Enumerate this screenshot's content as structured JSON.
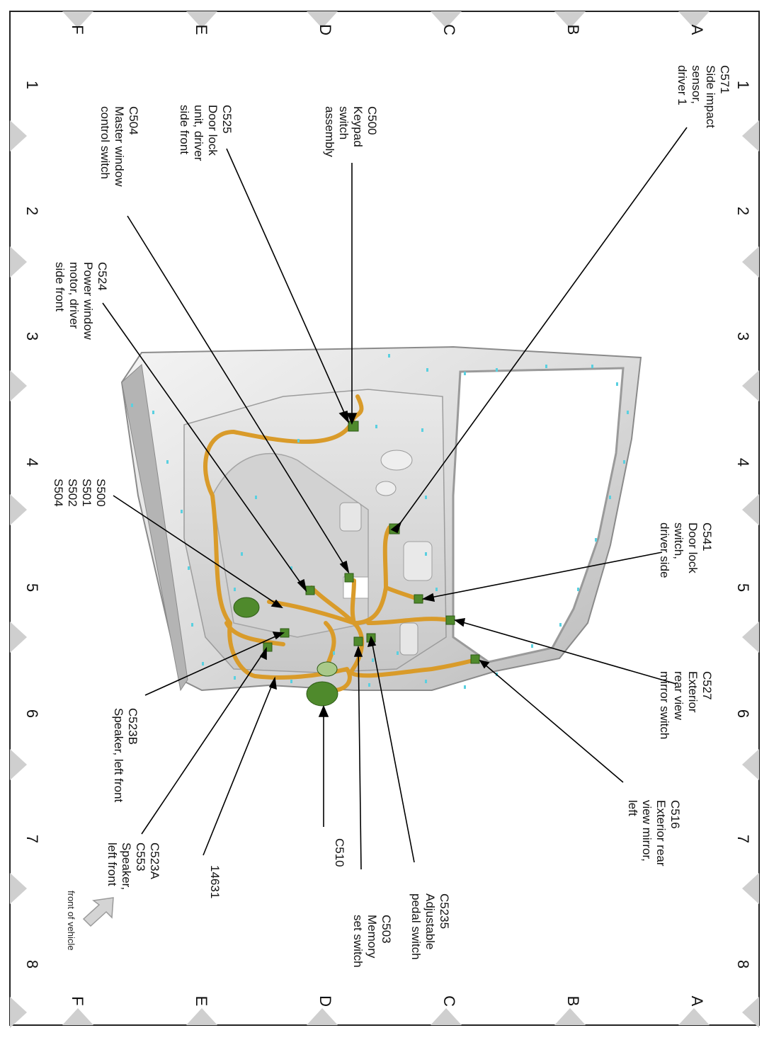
{
  "grid": {
    "rows": [
      "A",
      "B",
      "C",
      "D",
      "E",
      "F"
    ],
    "columns": [
      "1",
      "2",
      "3",
      "4",
      "5",
      "6",
      "7",
      "8"
    ]
  },
  "front_note": "front of vehicle",
  "callouts": [
    {
      "id": "c571",
      "lines": [
        "C571",
        "Side impact",
        "sensor,",
        "driver 1"
      ]
    },
    {
      "id": "c500",
      "lines": [
        "C500",
        "Keypad",
        "switch",
        "assembly"
      ]
    },
    {
      "id": "c525",
      "lines": [
        "C525",
        "Door lock",
        "unit, driver",
        "side front"
      ]
    },
    {
      "id": "c504",
      "lines": [
        "C504",
        "Master window",
        "control switch"
      ]
    },
    {
      "id": "c524",
      "lines": [
        "C524",
        "Power window",
        "motor, driver",
        "side front"
      ]
    },
    {
      "id": "s500",
      "lines": [
        "S500",
        "S501",
        "S502",
        "S504"
      ]
    },
    {
      "id": "c541",
      "lines": [
        "C541",
        "Door lock",
        "switch,",
        "driver side"
      ]
    },
    {
      "id": "c527",
      "lines": [
        "C527",
        "Exterior",
        "rear view",
        "mirror switch"
      ]
    },
    {
      "id": "c516",
      "lines": [
        "C516",
        "Exterior rear",
        "view mirror,",
        "left"
      ]
    },
    {
      "id": "c5235",
      "lines": [
        "C5235",
        "Adjustable",
        "pedal switch"
      ]
    },
    {
      "id": "c503",
      "lines": [
        "C503",
        "Memory",
        "set switch"
      ]
    },
    {
      "id": "c510",
      "lines": [
        "C510"
      ]
    },
    {
      "id": "n14631",
      "lines": [
        "14631"
      ]
    },
    {
      "id": "c523a",
      "lines": [
        "C523A",
        "C553",
        "Speaker,",
        "left front"
      ]
    },
    {
      "id": "c523b",
      "lines": [
        "C523B",
        "Speaker, left front"
      ]
    }
  ]
}
